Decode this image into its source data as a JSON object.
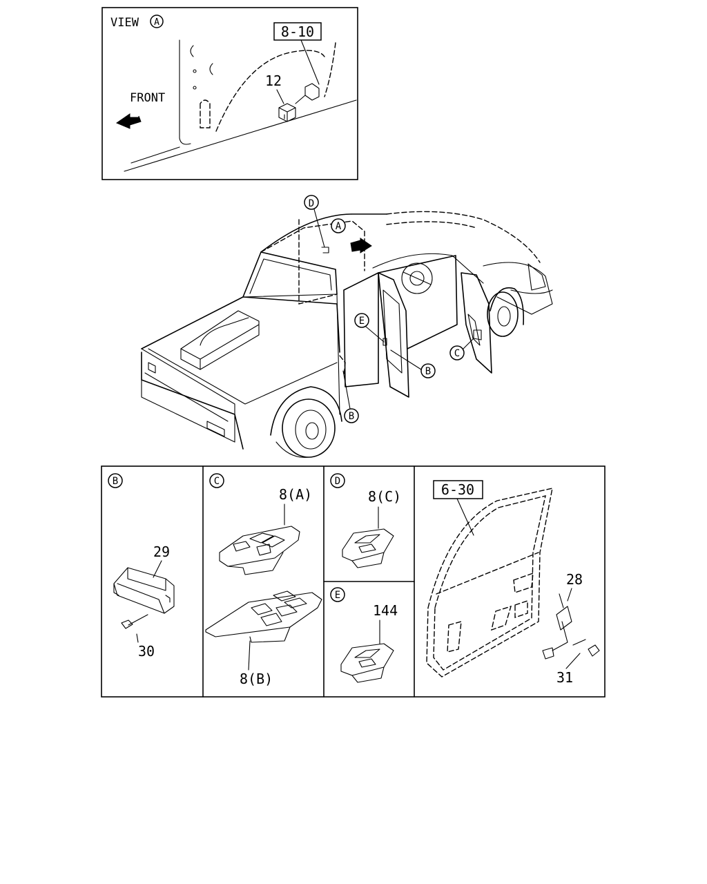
{
  "view_a": {
    "title": "VIEW",
    "title_marker": "A",
    "front_label": "FRONT",
    "ref_box": "8-10",
    "part_label": "12"
  },
  "main_view": {
    "callouts": {
      "a": "A",
      "b1": "B",
      "b2": "B",
      "c": "C",
      "d": "D",
      "e": "E"
    }
  },
  "detail_b": {
    "marker": "B",
    "parts": {
      "p29": "29",
      "p30": "30"
    }
  },
  "detail_c": {
    "marker": "C",
    "parts": {
      "p8a": "8(A)",
      "p8b": "8(B)"
    }
  },
  "detail_d": {
    "marker": "D",
    "parts": {
      "p8c": "8(C)"
    }
  },
  "detail_e": {
    "marker": "E",
    "parts": {
      "p144": "144"
    }
  },
  "detail_door": {
    "ref_box": "6-30",
    "parts": {
      "p28": "28",
      "p31": "31"
    }
  }
}
